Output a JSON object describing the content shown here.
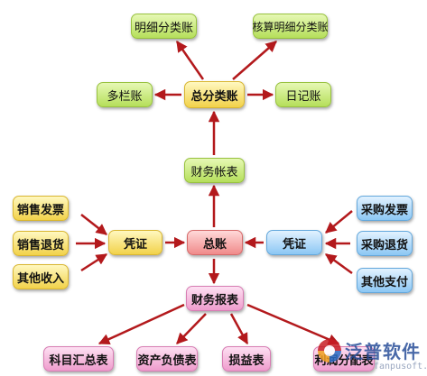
{
  "nodes": {
    "detail_ledger": "明细分类账",
    "accounting_detail_ledger": "核算明细分类账",
    "multi_column_ledger": "多栏账",
    "general_ledger_category": "总分类账",
    "journal": "日记账",
    "financial_books": "财务帐表",
    "sales_invoice": "销售发票",
    "sales_return": "销售退货",
    "other_income": "其他收入",
    "voucher_left": "凭证",
    "general_ledger": "总账",
    "voucher_right": "凭证",
    "purchase_invoice": "采购发票",
    "purchase_return": "采购退货",
    "other_payment": "其他支付",
    "financial_statements": "财务报表",
    "account_summary": "科目汇总表",
    "balance_sheet": "资产负债表",
    "income_statement": "损益表",
    "profit_distribution": "利润分配表"
  },
  "watermark": {
    "brand": "泛普软件",
    "url": "fanpusoft.com"
  },
  "colors": {
    "arrow": "#b3191c",
    "green": "#b5df5b",
    "yellow": "#f2d24a",
    "red": "#f08a8a",
    "blue": "#8cc7f4",
    "pink": "#ef9ccd"
  }
}
